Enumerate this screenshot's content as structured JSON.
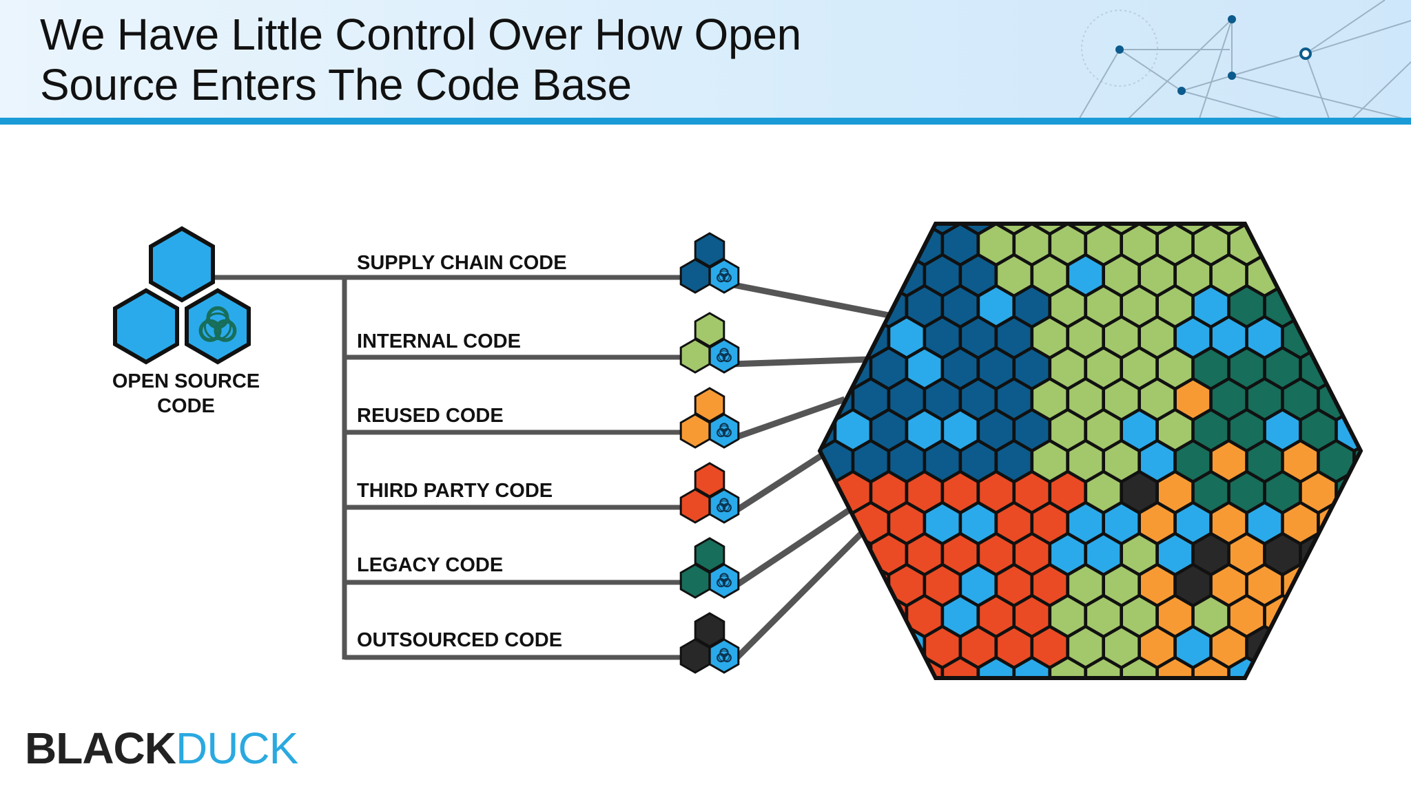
{
  "slide": {
    "title_line1": "We Have Little Control Over How Open",
    "title_line2": "Source Enters The Code Base"
  },
  "source": {
    "label_line1": "OPEN SOURCE",
    "label_line2": "CODE",
    "icon": "biohazard-icon"
  },
  "sources": [
    {
      "label": "SUPPLY CHAIN CODE",
      "color": "#0c5b8c"
    },
    {
      "label": "INTERNAL CODE",
      "color": "#a3c76b"
    },
    {
      "label": "REUSED CODE",
      "color": "#f89a33"
    },
    {
      "label": "THIRD PARTY CODE",
      "color": "#ea4b24"
    },
    {
      "label": "LEGACY CODE",
      "color": "#176e5a"
    },
    {
      "label": "OUTSOURCED CODE",
      "color": "#282828"
    }
  ],
  "colors": {
    "open_source": "#2aaaea",
    "supply_chain": "#0c5b8c",
    "internal": "#a3c76b",
    "reused": "#f89a33",
    "third_party": "#ea4b24",
    "legacy": "#176e5a",
    "outsourced": "#282828",
    "accent": "#1a9bd7"
  },
  "logo": {
    "part1": "BLACK",
    "part2": "DUCK"
  }
}
